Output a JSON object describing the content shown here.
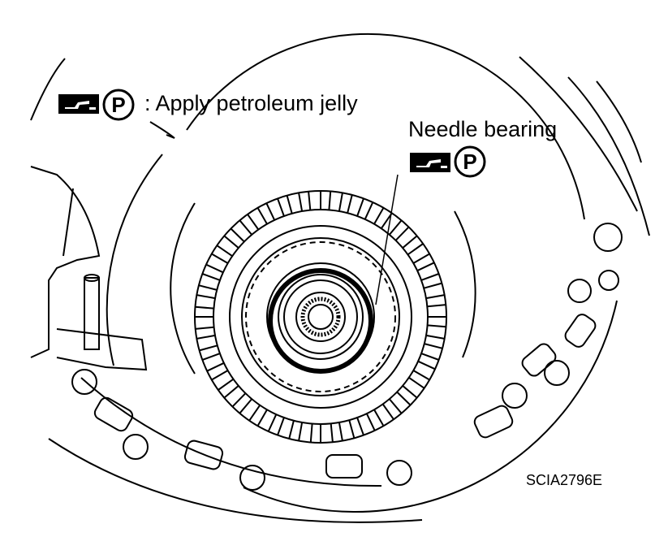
{
  "legend": {
    "tool_icon": "grease-gun-icon",
    "symbol": "P",
    "text": ": Apply petroleum jelly"
  },
  "callout": {
    "label": "Needle bearing",
    "tool_icon": "grease-gun-icon",
    "symbol": "P"
  },
  "figure_code": "SCIA2796E",
  "colors": {
    "ink": "#000000",
    "paper": "#ffffff"
  }
}
